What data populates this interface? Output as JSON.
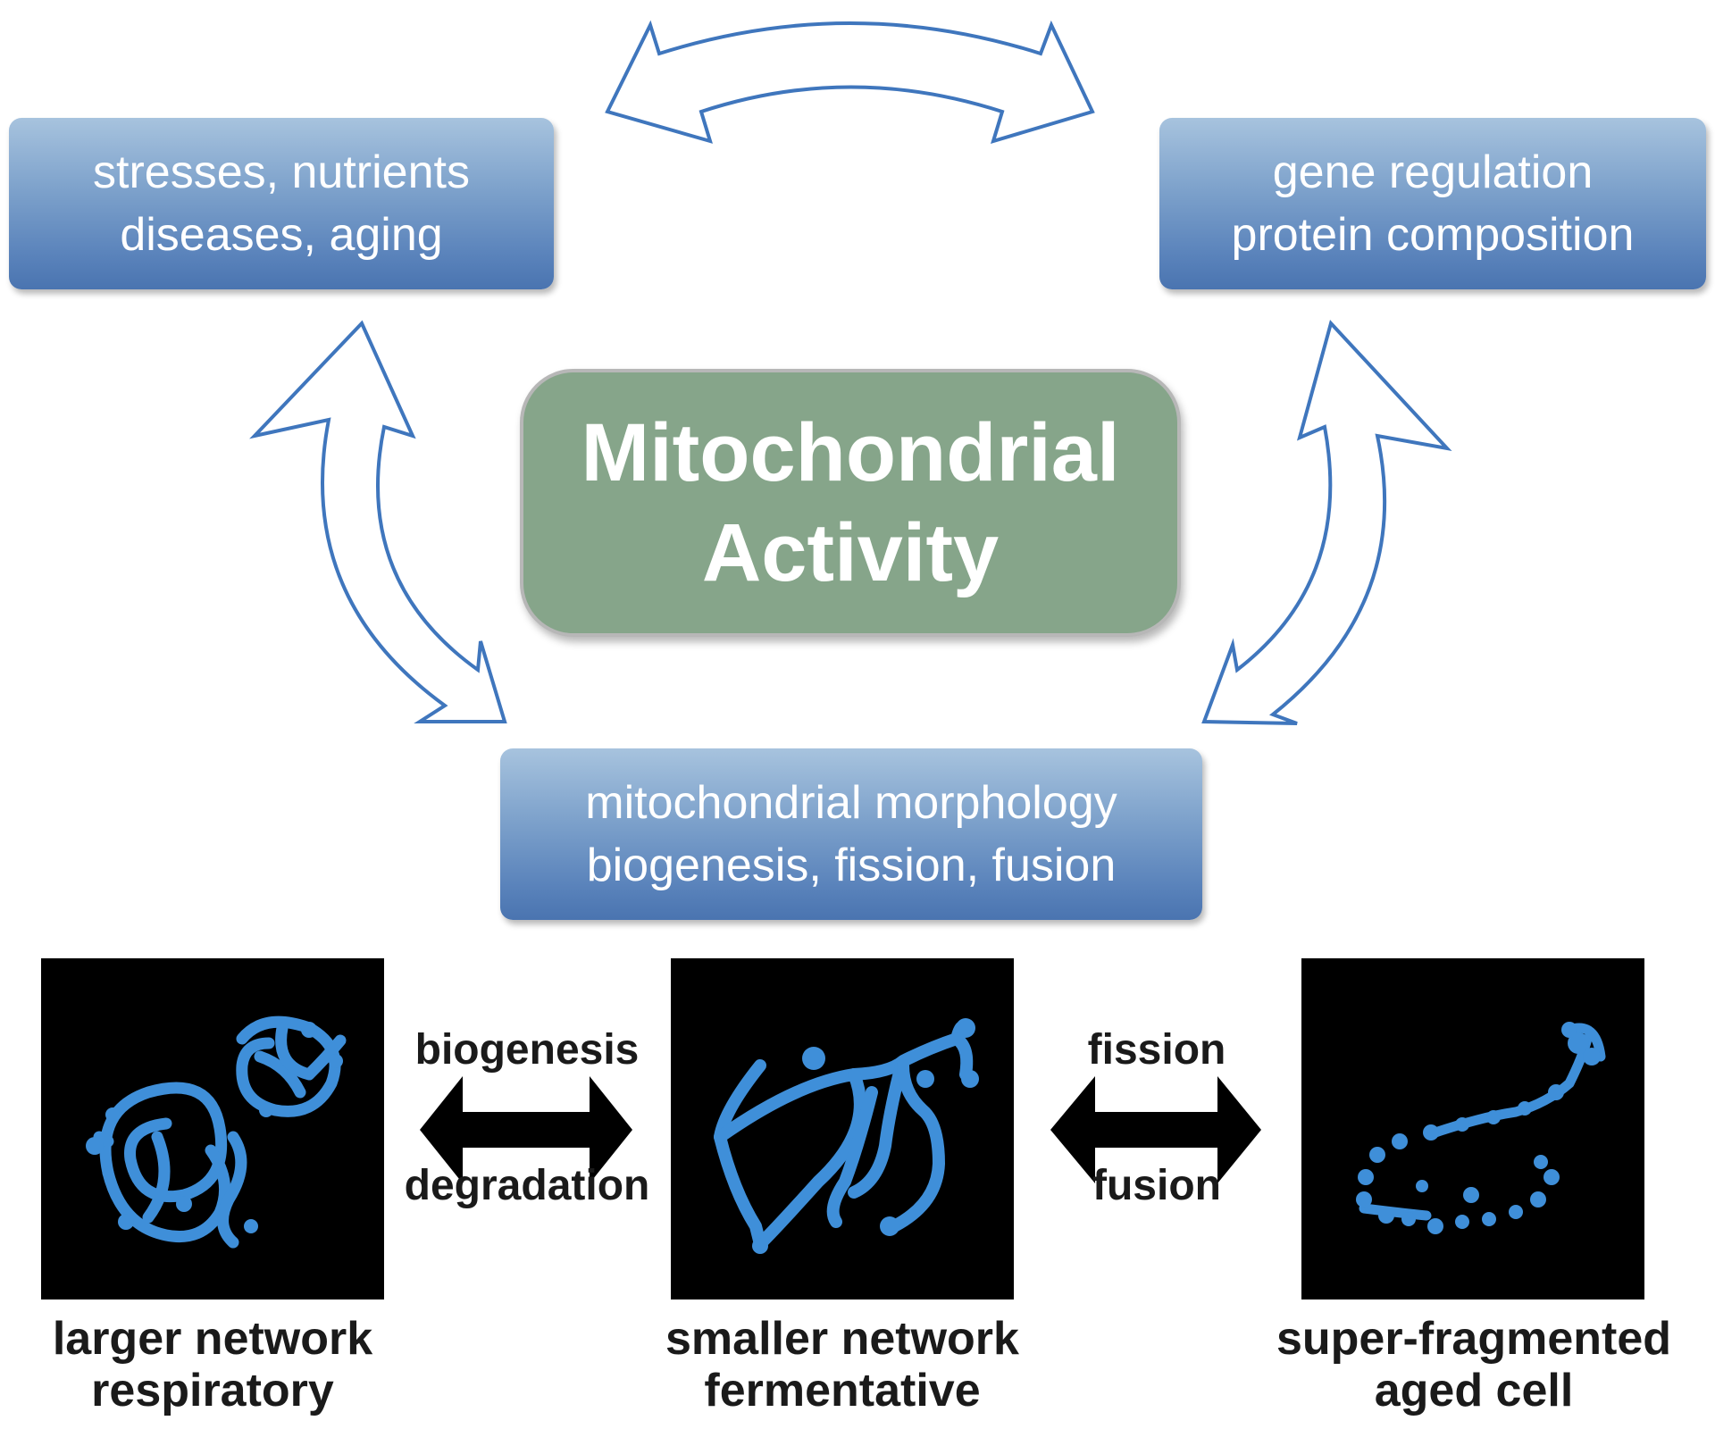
{
  "boxes": {
    "stresses": {
      "line1": "stresses, nutrients",
      "line2": "diseases, aging"
    },
    "gene": {
      "line1": "gene regulation",
      "line2": "protein composition"
    },
    "morphology": {
      "line1": "mitochondrial morphology",
      "line2": "biogenesis, fission, fusion"
    }
  },
  "center": {
    "line1": "Mitochondrial",
    "line2": "Activity"
  },
  "transitions": {
    "left": {
      "top": "biogenesis",
      "bottom": "degradation"
    },
    "right": {
      "top": "fission",
      "bottom": "fusion"
    }
  },
  "captions": {
    "larger": {
      "line1": "larger network",
      "line2": "respiratory"
    },
    "smaller": {
      "line1": "smaller network",
      "line2": "fermentative"
    },
    "aged": {
      "line1": "super-fragmented",
      "line2": "aged cell"
    }
  },
  "colors": {
    "arrow_outline": "#3f76bd",
    "mito": "#3f8fd9",
    "center_box": "#86a58a",
    "panel_bg": "#000000"
  }
}
